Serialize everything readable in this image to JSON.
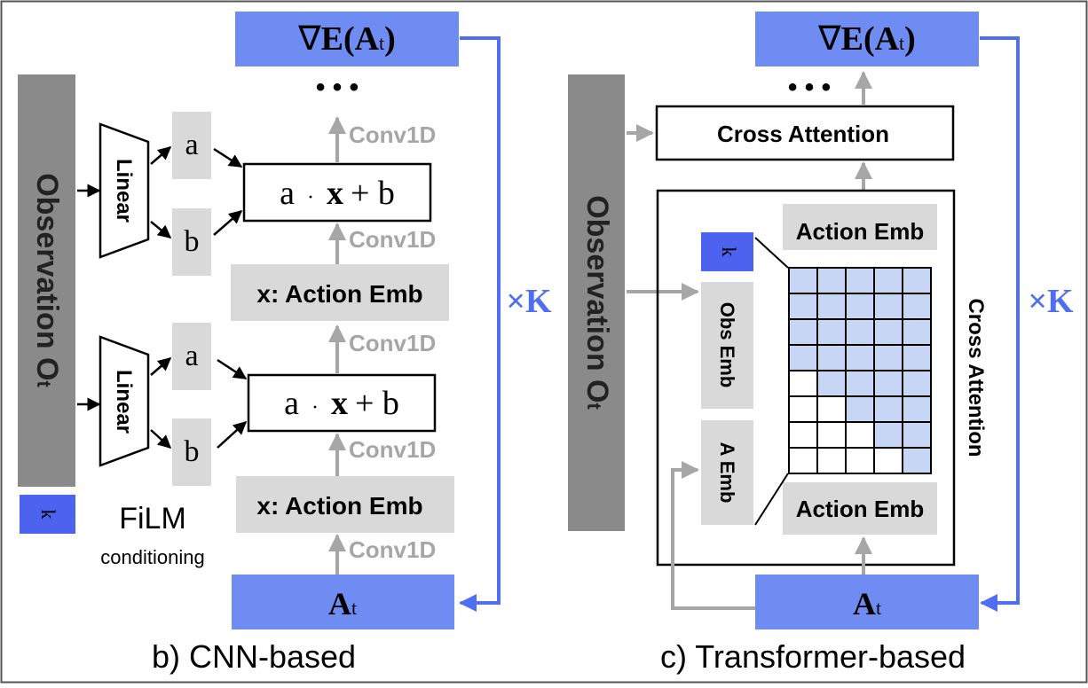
{
  "colors": {
    "blue_box": "#6f8cf2",
    "blue_dark": "#4c63f0",
    "blue_line": "#4f6ff0",
    "obs_gray": "#8a8a8a",
    "emb_gray": "#d9d9d9",
    "arrow_gray": "#a6a6a6",
    "mask_blue": "#c7d6f4"
  },
  "cnn": {
    "grad_label": "∇",
    "grad_E": "E(",
    "grad_A": "A",
    "grad_t": "t",
    "grad_close": ")",
    "ellipsis": "• • •",
    "observation_label": "Observation O",
    "observation_sub": "t",
    "linear_label": "Linear",
    "film_a": "a",
    "film_b": "b",
    "film_expr_a": "a",
    "film_expr_dot": "·",
    "film_expr_x": "x",
    "film_expr_rest": "+ b",
    "conv_label": "Conv1D",
    "action_emb_label": "x: Action Emb",
    "k_label": "k",
    "film_title": "FiLM",
    "film_subtitle": "conditioning",
    "repeat_label": "×K",
    "input_A": "A",
    "input_t": "t",
    "caption": "b) CNN-based"
  },
  "transformer": {
    "grad_label": "∇",
    "grad_E": "E(",
    "grad_A": "A",
    "grad_t": "t",
    "grad_close": ")",
    "ellipsis": "• • •",
    "cross_attention_label": "Cross Attention",
    "observation_label": "Observation O",
    "observation_sub": "t",
    "action_emb_top": "Action Emb",
    "action_emb_bottom": "Action Emb",
    "k_label": "k",
    "obs_emb_label": "Obs Emb",
    "a_emb_label": "A Emb",
    "cross_attention_side": "Cross Attention",
    "repeat_label": "×K",
    "input_A": "A",
    "input_t": "t",
    "caption": "c) Transformer-based",
    "mask_grid": [
      [
        1,
        1,
        1,
        1,
        1
      ],
      [
        1,
        1,
        1,
        1,
        1
      ],
      [
        1,
        1,
        1,
        1,
        1
      ],
      [
        1,
        1,
        1,
        1,
        1
      ],
      [
        0,
        1,
        1,
        1,
        1
      ],
      [
        0,
        0,
        1,
        1,
        1
      ],
      [
        0,
        0,
        0,
        1,
        1
      ],
      [
        0,
        0,
        0,
        0,
        1
      ]
    ]
  }
}
